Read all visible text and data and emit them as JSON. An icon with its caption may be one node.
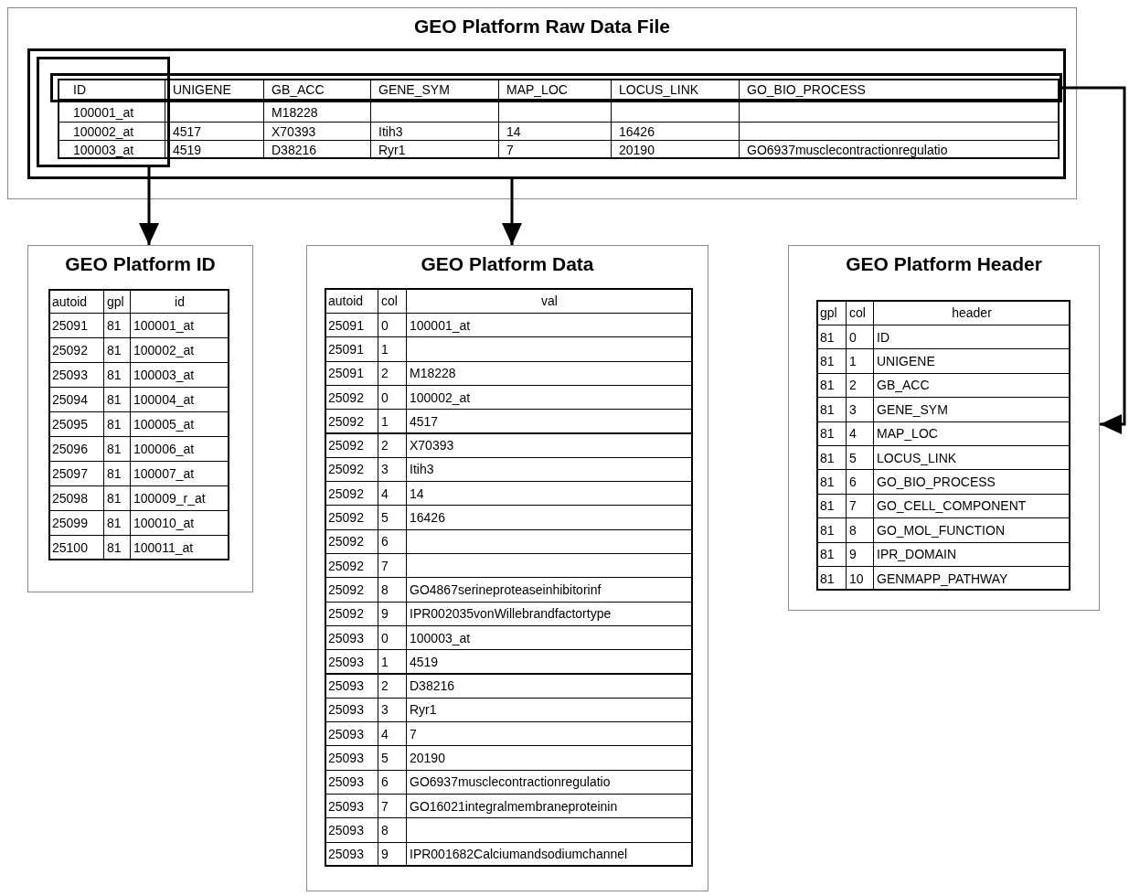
{
  "diagram": {
    "nodes": [
      {
        "text": [
          "GEO Platform Raw Data File"
        ]
      },
      {
        "text": [],
        "shape": "box",
        "in": 0
      },
      {
        "text": [],
        "shape": "box",
        "in": 1
      },
      {
        "text": [],
        "shape": "box",
        "in": 1
      },
      {
        "text": [
          "GEO Platform ID"
        ]
      },
      {
        "text": [
          "GEO Platform Data"
        ]
      },
      {
        "text": [
          "GEO Platform Header"
        ]
      }
    ],
    "edges": [
      {
        "from": 2,
        "to": 4,
        "arrow": "to"
      },
      {
        "from": 1,
        "to": 5,
        "arrow": "to"
      },
      {
        "from": 3,
        "to": 6,
        "arrow": "to"
      }
    ],
    "labels": [
      "ID",
      "UNIGENE",
      "GB_ACC",
      "GENE_SYM",
      "MAP_LOC",
      "LOCUS_LINK",
      "GO_BIO_PROCESS",
      "100001_at",
      "M18228",
      "100002_at",
      "4517",
      "X70393",
      "Itih3",
      "14",
      "16426",
      "100003_at",
      "4519",
      "D38216",
      "Ryr1",
      "7",
      "20190",
      "GO6937musclecontractionregulatio",
      "autoid",
      "gpl",
      "id",
      "25091",
      "81",
      "100001_at",
      "25092",
      "81",
      "100002_at",
      "25093",
      "81",
      "100003_at",
      "25094",
      "81",
      "100004_at",
      "25095",
      "81",
      "100005_at",
      "25096",
      "81",
      "100006_at",
      "25097",
      "81",
      "100007_at",
      "25098",
      "81",
      "100009_r_at",
      "25099",
      "81",
      "100010_at",
      "25100",
      "81",
      "100011_at",
      "autoid",
      "col",
      "val",
      "25091",
      "0",
      "100001_at",
      "25091",
      "1",
      "25091",
      "2",
      "M18228",
      "25092",
      "0",
      "100002_at",
      "25092",
      "1",
      "4517",
      "25092",
      "2",
      "X70393",
      "25092",
      "3",
      "Itih3",
      "25092",
      "4",
      "14",
      "25092",
      "5",
      "16426",
      "25092",
      "6",
      "25092",
      "7",
      "25092",
      "8",
      "GO4867serineproteaseinhibitorinf",
      "25092",
      "9",
      "IPR002035vonWillebrandfactortype",
      "25093",
      "0",
      "100003_at",
      "25093",
      "1",
      "4519",
      "25093",
      "2",
      "D38216",
      "25093",
      "3",
      "Ryr1",
      "25093",
      "4",
      "7",
      "25093",
      "5",
      "20190",
      "25093",
      "6",
      "GO6937musclecontractionregulatio",
      "25093",
      "7",
      "GO16021integralmembraneproteinin",
      "25093",
      "8",
      "25093",
      "9",
      "IPR001682Calciumandsodiumchannel",
      "gpl",
      "col",
      "header",
      "81",
      "0",
      "ID",
      "81",
      "1",
      "UNIGENE",
      "81",
      "2",
      "GB_ACC",
      "81",
      "3",
      "GENE_SYM",
      "81",
      "4",
      "MAP_LOC",
      "81",
      "5",
      "LOCUS_LINK",
      "81",
      "6",
      "GO_BIO_PROCESS",
      "81",
      "7",
      "GO_CELL_COMPONENT",
      "81",
      "8",
      "GO_MOL_FUNCTION",
      "81",
      "9",
      "IPR_DOMAIN",
      "81",
      "10",
      "GENMAPP_PATHWAY"
    ]
  }
}
